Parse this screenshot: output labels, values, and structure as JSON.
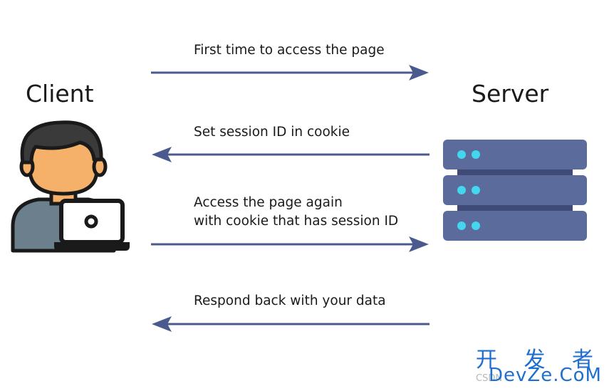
{
  "client": {
    "title": "Client"
  },
  "server": {
    "title": "Server"
  },
  "messages": [
    {
      "lines": [
        "First time to access the page"
      ],
      "direction": "to-server"
    },
    {
      "lines": [
        "Set session ID in cookie"
      ],
      "direction": "to-client"
    },
    {
      "lines": [
        "Access the page again",
        "with cookie that has session ID"
      ],
      "direction": "to-server"
    },
    {
      "lines": [
        "Respond back with your data"
      ],
      "direction": "to-client"
    }
  ],
  "watermark": {
    "cn": "开 发 者",
    "en": "DevZe.CoM",
    "csdn": "CSDN"
  },
  "colors": {
    "arrow": "#4a5a8f",
    "server": "#5b6b9c",
    "server_led": "#44d5ef",
    "skin": "#f5b16a",
    "hair": "#3a3a3a",
    "shirt": "#6b7f8c",
    "watermark": "#1e6fd0"
  },
  "icons": {
    "client": "person-with-laptop-icon",
    "server": "server-rack-icon"
  }
}
